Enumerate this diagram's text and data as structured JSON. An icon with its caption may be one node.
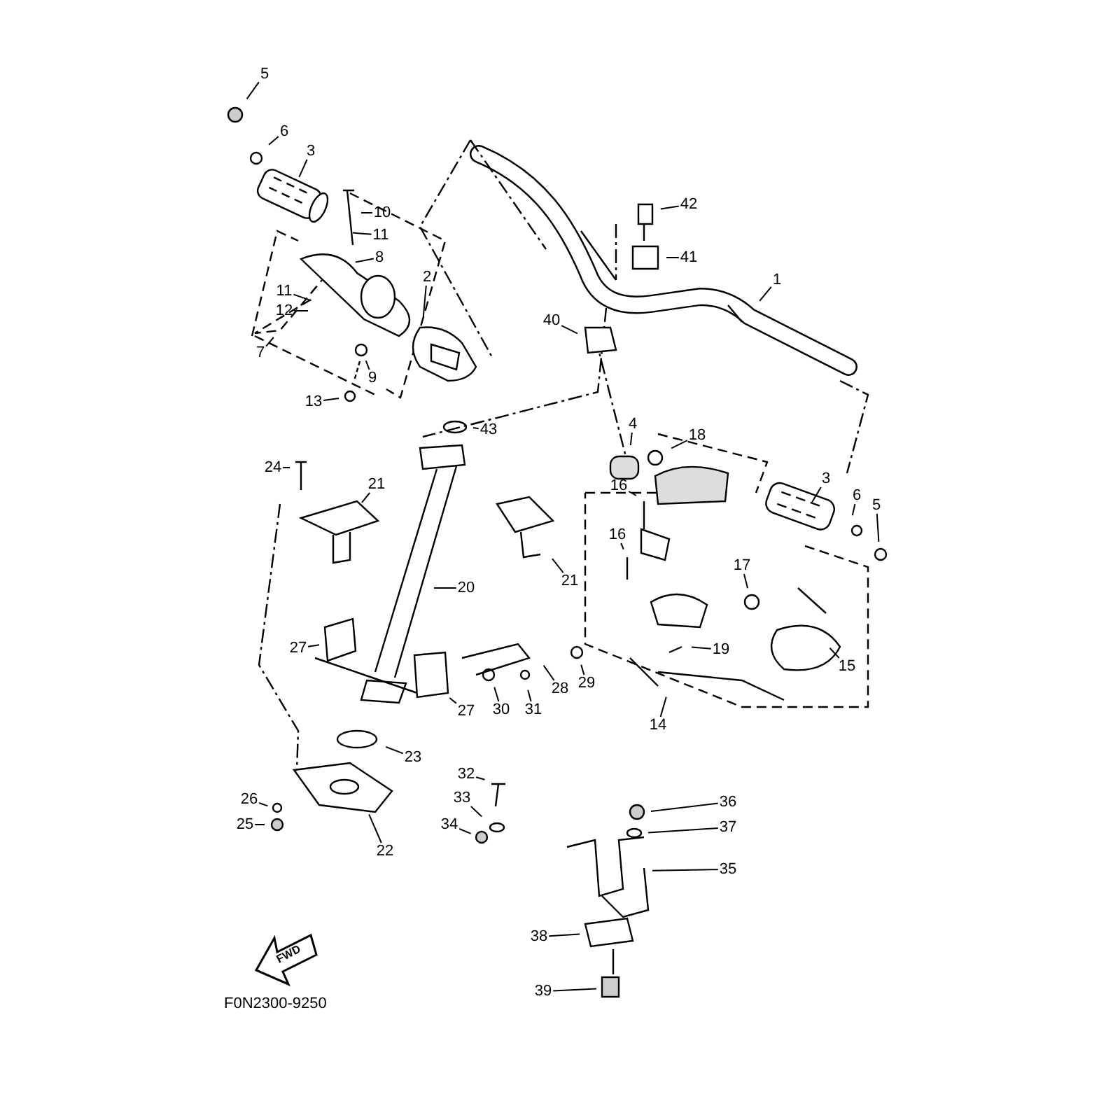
{
  "diagram": {
    "nodes": [
      {
        "text": [
          "5"
        ]
      },
      {
        "text": [
          "6"
        ]
      },
      {
        "text": [
          "3"
        ]
      },
      {
        "text": [
          "42"
        ]
      },
      {
        "text": [
          "10"
        ]
      },
      {
        "text": [
          "11"
        ]
      },
      {
        "text": [
          "8"
        ]
      },
      {
        "text": [
          "41"
        ]
      },
      {
        "text": [
          "2"
        ]
      },
      {
        "text": [
          "1"
        ]
      },
      {
        "text": [
          "11"
        ]
      },
      {
        "text": [
          "12"
        ]
      },
      {
        "text": [
          "40"
        ]
      },
      {
        "text": [
          "7"
        ]
      },
      {
        "text": [
          "9"
        ]
      },
      {
        "text": [
          "13"
        ]
      },
      {
        "text": [
          "4"
        ]
      },
      {
        "text": [
          "43"
        ]
      },
      {
        "text": [
          "18"
        ]
      },
      {
        "text": [
          "24"
        ]
      },
      {
        "text": [
          "3"
        ]
      },
      {
        "text": [
          "21"
        ]
      },
      {
        "text": [
          "16"
        ]
      },
      {
        "text": [
          "6"
        ]
      },
      {
        "text": [
          "5"
        ]
      },
      {
        "text": [
          "16"
        ]
      },
      {
        "text": [
          "17"
        ]
      },
      {
        "text": [
          "21"
        ]
      },
      {
        "text": [
          "20"
        ]
      },
      {
        "text": [
          "27"
        ]
      },
      {
        "text": [
          "19"
        ]
      },
      {
        "text": [
          "15"
        ]
      },
      {
        "text": [
          "29"
        ]
      },
      {
        "text": [
          "28"
        ]
      },
      {
        "text": [
          "30"
        ]
      },
      {
        "text": [
          "31"
        ]
      },
      {
        "text": [
          "27"
        ]
      },
      {
        "text": [
          "14"
        ]
      },
      {
        "text": [
          "23"
        ]
      },
      {
        "text": [
          "32"
        ]
      },
      {
        "text": [
          "33"
        ]
      },
      {
        "text": [
          "26"
        ]
      },
      {
        "text": [
          "36"
        ]
      },
      {
        "text": [
          "25"
        ]
      },
      {
        "text": [
          "34"
        ]
      },
      {
        "text": [
          "37"
        ]
      },
      {
        "text": [
          "22"
        ]
      },
      {
        "text": [
          "35"
        ]
      },
      {
        "text": [
          "38"
        ]
      },
      {
        "text": [
          "39"
        ]
      }
    ],
    "edges": [
      {
        "from": 0,
        "to": null,
        "arrow": "none"
      },
      {
        "from": 1,
        "to": null,
        "arrow": "none"
      },
      {
        "from": 2,
        "to": null,
        "arrow": "none"
      },
      {
        "from": 3,
        "to": null,
        "arrow": "none"
      },
      {
        "from": 4,
        "to": null,
        "arrow": "none"
      },
      {
        "from": 5,
        "to": null,
        "arrow": "none"
      },
      {
        "from": 6,
        "to": null,
        "arrow": "none"
      },
      {
        "from": 7,
        "to": null,
        "arrow": "none"
      },
      {
        "from": 8,
        "to": null,
        "arrow": "none"
      },
      {
        "from": 9,
        "to": null,
        "arrow": "none"
      },
      {
        "from": 10,
        "to": null,
        "arrow": "none"
      },
      {
        "from": 11,
        "to": null,
        "arrow": "none"
      },
      {
        "from": 12,
        "to": null,
        "arrow": "none"
      },
      {
        "from": 13,
        "to": null,
        "arrow": "none"
      },
      {
        "from": 14,
        "to": null,
        "arrow": "none"
      },
      {
        "from": 15,
        "to": null,
        "arrow": "none"
      },
      {
        "from": 16,
        "to": null,
        "arrow": "none"
      },
      {
        "from": 17,
        "to": null,
        "arrow": "none"
      },
      {
        "from": 18,
        "to": null,
        "arrow": "none"
      },
      {
        "from": 19,
        "to": null,
        "arrow": "none"
      },
      {
        "from": 20,
        "to": null,
        "arrow": "none"
      },
      {
        "from": 21,
        "to": null,
        "arrow": "none"
      },
      {
        "from": 22,
        "to": null,
        "arrow": "none"
      },
      {
        "from": 23,
        "to": null,
        "arrow": "none"
      },
      {
        "from": 24,
        "to": null,
        "arrow": "none"
      },
      {
        "from": 25,
        "to": null,
        "arrow": "none"
      },
      {
        "from": 26,
        "to": null,
        "arrow": "none"
      },
      {
        "from": 27,
        "to": null,
        "arrow": "none"
      },
      {
        "from": 28,
        "to": null,
        "arrow": "none"
      },
      {
        "from": 29,
        "to": null,
        "arrow": "none"
      },
      {
        "from": 30,
        "to": null,
        "arrow": "none"
      },
      {
        "from": 31,
        "to": null,
        "arrow": "none"
      },
      {
        "from": 32,
        "to": null,
        "arrow": "none"
      },
      {
        "from": 33,
        "to": null,
        "arrow": "none"
      },
      {
        "from": 34,
        "to": null,
        "arrow": "none"
      },
      {
        "from": 35,
        "to": null,
        "arrow": "none"
      },
      {
        "from": 36,
        "to": null,
        "arrow": "none"
      },
      {
        "from": 37,
        "to": null,
        "arrow": "none"
      },
      {
        "from": 38,
        "to": null,
        "arrow": "none"
      },
      {
        "from": 39,
        "to": null,
        "arrow": "none"
      },
      {
        "from": 40,
        "to": null,
        "arrow": "none"
      },
      {
        "from": 41,
        "to": null,
        "arrow": "none"
      },
      {
        "from": 42,
        "to": null,
        "arrow": "none"
      },
      {
        "from": 43,
        "to": null,
        "arrow": "none"
      },
      {
        "from": 44,
        "to": null,
        "arrow": "none"
      },
      {
        "from": 45,
        "to": null,
        "arrow": "none"
      },
      {
        "from": 46,
        "to": null,
        "arrow": "none"
      },
      {
        "from": 47,
        "to": null,
        "arrow": "none"
      },
      {
        "from": 48,
        "to": null,
        "arrow": "none"
      },
      {
        "from": 49,
        "to": null,
        "arrow": "none"
      }
    ],
    "labels": [
      "FWD",
      "F0N2300-9250"
    ]
  }
}
